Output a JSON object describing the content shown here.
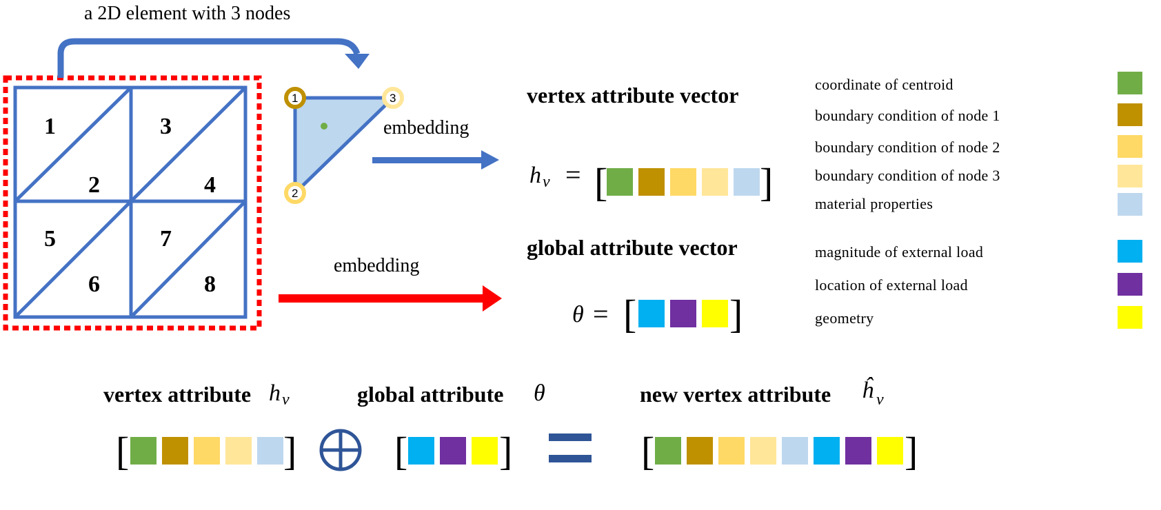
{
  "colors": {
    "mesh_blue": "#4472C4",
    "dotted_red": "#FF0000",
    "green": "#70AD47",
    "dark_gold": "#BF9000",
    "gold": "#FFD966",
    "light_gold": "#FFE699",
    "light_blue": "#BDD7EE",
    "cyan": "#00B0F0",
    "purple": "#7030A0",
    "yellow": "#FFFF00",
    "equals_blue": "#2F5597"
  },
  "mesh": {
    "caption": "a 2D element with 3 nodes",
    "element_numbers": [
      "1",
      "2",
      "3",
      "4",
      "5",
      "6",
      "7",
      "8"
    ]
  },
  "triangle": {
    "node_labels": [
      "1",
      "2",
      "3"
    ]
  },
  "arrows": {
    "vertex_embedding_label": "embedding",
    "global_embedding_label": "embedding"
  },
  "vertex_section": {
    "heading": "vertex attribute vector",
    "symbol": "h",
    "subscript": "v",
    "equals": "=",
    "swatch_colors": [
      "#70AD47",
      "#BF9000",
      "#FFD966",
      "#FFE699",
      "#BDD7EE"
    ],
    "legend": [
      {
        "label": "coordinate of centroid",
        "color": "#70AD47"
      },
      {
        "label": "boundary condition of node 1",
        "color": "#BF9000"
      },
      {
        "label": "boundary condition of node 2",
        "color": "#FFD966"
      },
      {
        "label": "boundary condition of node 3",
        "color": "#FFE699"
      },
      {
        "label": "material properties",
        "color": "#BDD7EE"
      }
    ]
  },
  "global_section": {
    "heading": "global attribute vector",
    "symbol": "θ",
    "equals": "=",
    "swatch_colors": [
      "#00B0F0",
      "#7030A0",
      "#FFFF00"
    ],
    "legend": [
      {
        "label": "magnitude of external load",
        "color": "#00B0F0"
      },
      {
        "label": "location of external load",
        "color": "#7030A0"
      },
      {
        "label": "geometry",
        "color": "#FFFF00"
      }
    ]
  },
  "bottom": {
    "vertex_label": "vertex attribute",
    "vertex_symbol": "h",
    "vertex_subscript": "v",
    "global_label": "global attribute",
    "global_symbol": "θ",
    "new_label": "new vertex attribute",
    "new_symbol": "ĥ",
    "new_subscript": "v",
    "open_bracket": "[",
    "close_bracket": "]"
  }
}
